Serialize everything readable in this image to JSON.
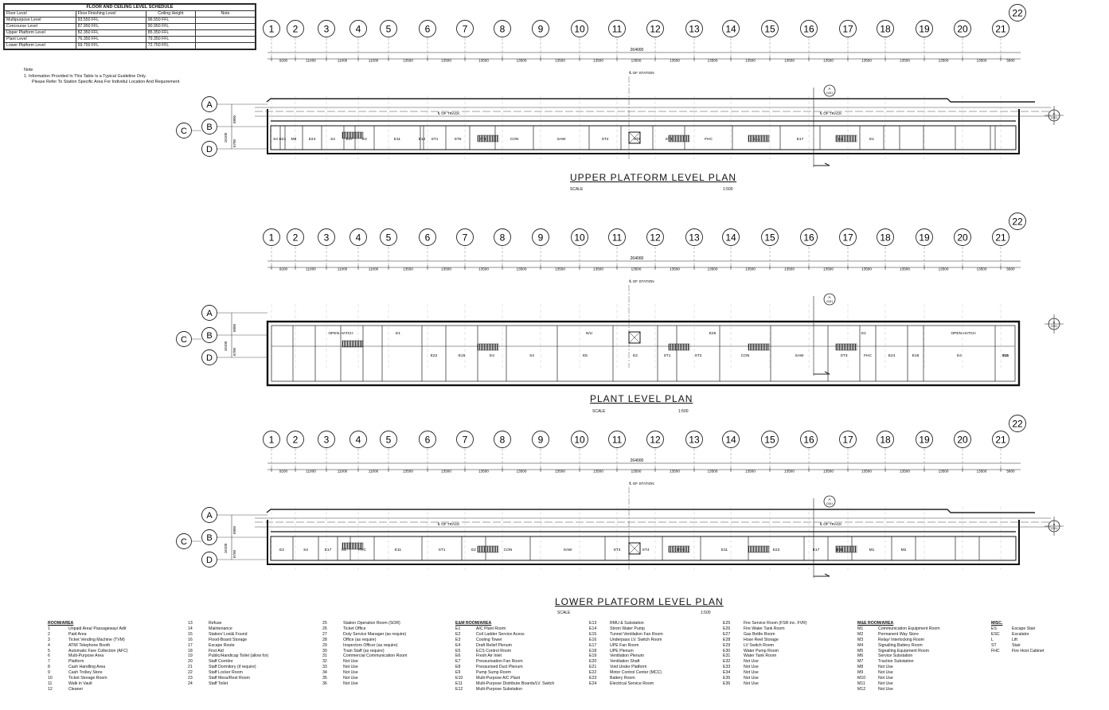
{
  "schedule": {
    "title": "FLOOR AND CEILING LEVEL SCHEDULE",
    "headers": [
      "Floor Level",
      "Floor Finishing Level",
      "Ceiling Height",
      "Note"
    ],
    "rows": [
      [
        "Multipurpose Level",
        "93.550 FFL",
        "96.550 FFL",
        ""
      ],
      [
        "Concourse Level",
        "87.950 FFL",
        "90.950 FFL",
        ""
      ],
      [
        "Upper Platform Level",
        "82.350 FFL",
        "85.350 FFL",
        ""
      ],
      [
        "Plant Level",
        "76.350 FFL",
        "79.350 FFL",
        ""
      ],
      [
        "Lower Platform Level",
        "69.750 FFL",
        "72.750 FFL",
        ""
      ]
    ]
  },
  "notes": {
    "heading": "Note",
    "line1": "1. Information Provided In This Table Is a Typical Guideline Only.",
    "line2": "Please Refer To Station Specific Area For Individul Location And Requirement"
  },
  "grid": {
    "columns": [
      "1",
      "2",
      "3",
      "4",
      "5",
      "6",
      "7",
      "8",
      "9",
      "10",
      "11",
      "12",
      "13",
      "14",
      "15",
      "16",
      "17",
      "18",
      "19",
      "20",
      "21"
    ],
    "last_column": "22",
    "rows": [
      "A",
      "B",
      "C",
      "D"
    ],
    "total_dim": "264000",
    "dims": [
      "9200",
      "11000",
      "11000",
      "11000",
      "13500",
      "13500",
      "13500",
      "13500",
      "13500",
      "13500",
      "13500",
      "13500",
      "13500",
      "13500",
      "13500",
      "13500",
      "13500",
      "13500",
      "13500",
      "13500",
      "5800"
    ],
    "side_dims": [
      "16100",
      "6800",
      "6700"
    ],
    "station_cl": "℄ OF STATION",
    "track_cl": "℄ OF TRACK",
    "section_mark": "A",
    "section_ref": "C001"
  },
  "plans": [
    {
      "title": "UPPER PLATFORM LEVEL PLAN",
      "scale_label": "SCALE",
      "scale": "1:500",
      "rooms": [
        "S4",
        "E21",
        "M8",
        "E24",
        "S4",
        "E17",
        "E2",
        "E11",
        "E12",
        "ST1",
        "ST5",
        "ST2",
        "CON",
        "SAW",
        "ST2",
        "ST6",
        "ST4",
        "FHC",
        "E11",
        "E17",
        "S4",
        "E1"
      ]
    },
    {
      "title": "PLANT LEVEL PLAN",
      "scale_label": "SCALE",
      "scale": "1:500",
      "rooms": [
        "OPEN HATCH",
        "E1",
        "N/U",
        "E25",
        "E1",
        "OPEN HATCH",
        "E22",
        "E15",
        "E4",
        "S4",
        "E5",
        "E2",
        "ST1",
        "ST2",
        "CON",
        "SAW",
        "ST3",
        "FHC",
        "E24",
        "E18",
        "E4",
        "E15",
        "E4"
      ]
    },
    {
      "title": "LOWER PLATFORM LEVEL PLAN",
      "scale_label": "SCALE",
      "scale": "1:500",
      "rooms": [
        "E2",
        "S4",
        "E17",
        "E2",
        "FHC",
        "E11",
        "ST1",
        "E2",
        "CON",
        "SAW",
        "ST3",
        "ST4",
        "FHC",
        "E11",
        "E22",
        "E17",
        "E28",
        "M1",
        "M2"
      ]
    }
  ],
  "legend": {
    "col1": {
      "heading": "ROOM/AREA",
      "items": [
        [
          "1",
          "Unpaid Area/ Passageway/ Adit"
        ],
        [
          "2",
          "Paid Area"
        ],
        [
          "3",
          "Ticket Vending Machine (TVM)"
        ],
        [
          "4",
          "ATM/ Telephone Booth"
        ],
        [
          "5",
          "Automatic Fare Collection (AFC)"
        ],
        [
          "6",
          "Multi-Purpose Area"
        ],
        [
          "7",
          "Platform"
        ],
        [
          "8",
          "Cash Handling Area"
        ],
        [
          "9",
          "Cash Trolley Store"
        ],
        [
          "10",
          "Ticket Storage Room"
        ],
        [
          "11",
          "Walk in Vault"
        ],
        [
          "12",
          "Cleaner"
        ]
      ]
    },
    "col2": {
      "heading": "",
      "items": [
        [
          "13",
          "Refuse"
        ],
        [
          "14",
          "Maintenance"
        ],
        [
          "15",
          "Station/ Lost& Found"
        ],
        [
          "16",
          "Flood-Board Storage"
        ],
        [
          "17",
          "Escape Route"
        ],
        [
          "18",
          "First Aid"
        ],
        [
          "19",
          "Public/Handicap Toilet (allow for)"
        ],
        [
          "20",
          "Staff Corridor"
        ],
        [
          "21",
          "Staff Dormitory (if require)"
        ],
        [
          "22",
          "Staff Locker Room"
        ],
        [
          "23",
          "Staff Mess/Rest Room"
        ],
        [
          "24",
          "Staff Toilet"
        ]
      ]
    },
    "col3": {
      "heading": "",
      "items": [
        [
          "25",
          "Station Operation Room (SOR)"
        ],
        [
          "26",
          "Ticket Office"
        ],
        [
          "27",
          "Duty Service Manager (as require)"
        ],
        [
          "28",
          "Office (as require)"
        ],
        [
          "29",
          "Inspectors Officer (as require)"
        ],
        [
          "30",
          "Train Staff (as require)"
        ],
        [
          "31",
          "Commercial Communication Room"
        ],
        [
          "32",
          "Not Use"
        ],
        [
          "33",
          "Not Use"
        ],
        [
          "34",
          "Not Use"
        ],
        [
          "35",
          "Not Use"
        ],
        [
          "36",
          "Not Use"
        ]
      ]
    },
    "col4": {
      "heading": "E&M ROOM/AREA",
      "items": [
        [
          "E1",
          "A/C Plant Room"
        ],
        [
          "E2",
          "Coil Ladder Service Acess"
        ],
        [
          "E3",
          "Cooling Tower"
        ],
        [
          "E4",
          "Draft Relief Plenum"
        ],
        [
          "E5",
          "ECS Control Room"
        ],
        [
          "E6",
          "Fresh Air Inlet"
        ],
        [
          "E7",
          "Pressurisation Fan Room"
        ],
        [
          "E8",
          "Pressurised Duct Plenum"
        ],
        [
          "E9",
          "Pump Sump Room"
        ],
        [
          "E10",
          "Multi-Purpose A/C Plant"
        ],
        [
          "E11",
          "Multi-Purpose Distribute Boards/LV. Switch"
        ],
        [
          "E12",
          "Multi-Purpose Substation"
        ]
      ]
    },
    "col5": {
      "heading": "",
      "items": [
        [
          "E13",
          "RMU & Substation"
        ],
        [
          "E14",
          "Strom Water Pump"
        ],
        [
          "E15",
          "Tunnel Ventilation Fan Room"
        ],
        [
          "E16",
          "Underpass LV. Switch Room"
        ],
        [
          "E17",
          "UPE Fan Room"
        ],
        [
          "E18",
          "UPE Plenum"
        ],
        [
          "E19",
          "Ventilation Plenum"
        ],
        [
          "E20",
          "Ventilation Shaft"
        ],
        [
          "E21",
          "Void Under Platform"
        ],
        [
          "E22",
          "Motor Control Center (MCC)"
        ],
        [
          "E23",
          "Battery Room"
        ],
        [
          "E24",
          "Electrical Service Room"
        ]
      ]
    },
    "col6": {
      "heading": "",
      "items": [
        [
          "E25",
          "Fire Service Room (FSR inc. FVR)"
        ],
        [
          "E26",
          "Fire Water Tank Room"
        ],
        [
          "E27",
          "Gas Bottle Room"
        ],
        [
          "E28",
          "Hose Reel Storage"
        ],
        [
          "E29",
          "LV Switch Room"
        ],
        [
          "E30",
          "Water Pump Room"
        ],
        [
          "E31",
          "Water Tank Room"
        ],
        [
          "E32",
          "Not Use"
        ],
        [
          "E33",
          "Not Use"
        ],
        [
          "E34",
          "Not Use"
        ],
        [
          "E35",
          "Not Use"
        ],
        [
          "E36",
          "Not Use"
        ]
      ]
    },
    "col7": {
      "heading": "M&E ROOM/AREA",
      "items": [
        [
          "M1",
          "Communication Equipment Room"
        ],
        [
          "M2",
          "Permanent Way Store"
        ],
        [
          "M3",
          "Relay/ Interlocking Room"
        ],
        [
          "M4",
          "Signalling Battery Room"
        ],
        [
          "M5",
          "Signalling Equipment Room"
        ],
        [
          "M6",
          "Service Substation"
        ],
        [
          "M7",
          "Traction Substation"
        ],
        [
          "M8",
          "Not Use"
        ],
        [
          "M9",
          "Not Use"
        ],
        [
          "M10",
          "Not Use"
        ],
        [
          "M11",
          "Not Use"
        ],
        [
          "M12",
          "Not Use"
        ]
      ]
    },
    "col8": {
      "heading": "MISC.",
      "items": [
        [
          "ES",
          "Escape Stair"
        ],
        [
          "ESC",
          "Escalator"
        ],
        [
          "L",
          "Lift"
        ],
        [
          "ST",
          "Stair"
        ],
        [
          "FHC",
          "Fire Host Cabinet"
        ]
      ]
    }
  }
}
